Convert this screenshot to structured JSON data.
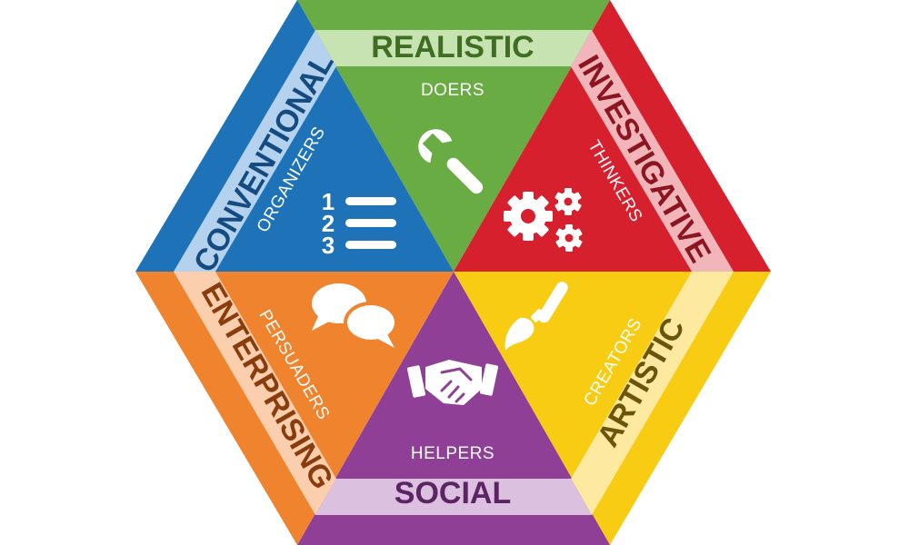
{
  "colors": {
    "realistic": "#6aac44",
    "investigative": "#d7202e",
    "artistic": "#f9cc14",
    "social": "#8f3f96",
    "enterprising": "#f0832d",
    "conventional": "#1d72b8"
  },
  "segments": {
    "realistic": {
      "title": "REALISTIC",
      "subtitle": "DOERS",
      "icon": "wrench-icon"
    },
    "investigative": {
      "title": "INVESTIGATIVE",
      "subtitle": "THINKERS",
      "icon": "gears-icon"
    },
    "artistic": {
      "title": "ARTISTIC",
      "subtitle": "CREATORS",
      "icon": "paintbrush-icon"
    },
    "social": {
      "title": "SOCIAL",
      "subtitle": "HELPERS",
      "icon": "handshake-icon"
    },
    "enterprising": {
      "title": "ENTERPRISING",
      "subtitle": "PERSUADERS",
      "icon": "speech-bubbles-icon"
    },
    "conventional": {
      "title": "CONVENTIONAL",
      "subtitle": "ORGANIZERS",
      "icon": "numbered-list-icon"
    }
  },
  "list_numbers": [
    "1",
    "2",
    "3"
  ]
}
